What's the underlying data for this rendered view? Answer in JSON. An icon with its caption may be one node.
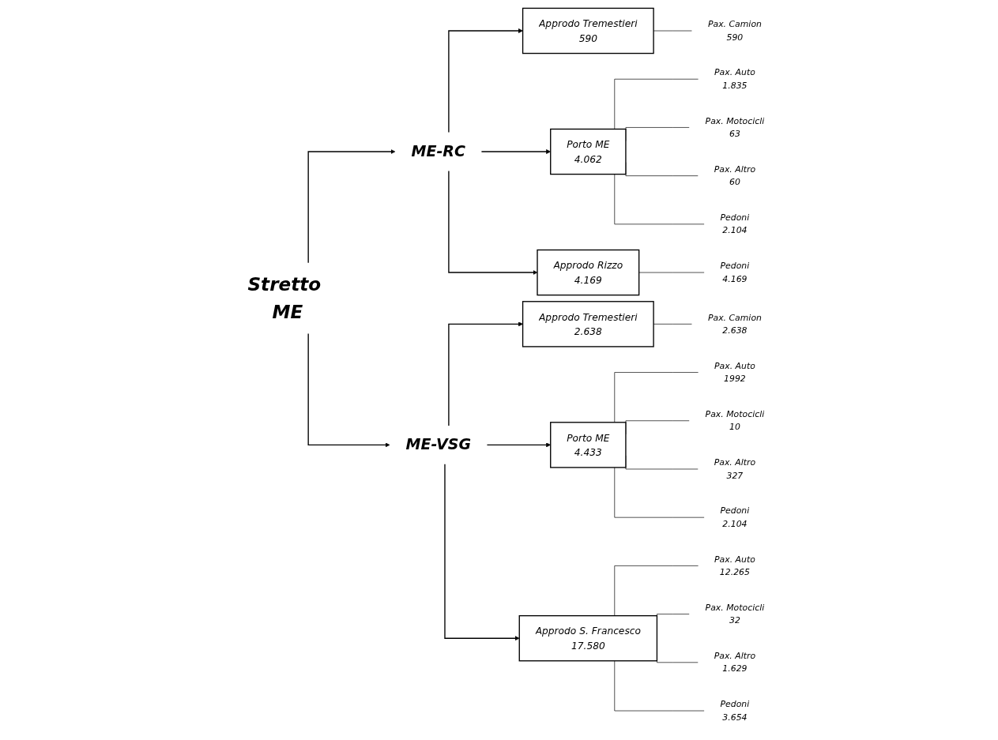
{
  "diagram": {
    "nodes": [
      {
        "text": [
          "Stretto ME"
        ]
      },
      {
        "text": [
          "ME-RC"
        ]
      },
      {
        "text": [
          "ME-VSG"
        ]
      },
      {
        "text": [
          "Approdo Tremestieri",
          "590"
        ]
      },
      {
        "text": [
          "Porto ME",
          "4.062"
        ]
      },
      {
        "text": [
          "Approdo Rizzo",
          "4.169"
        ]
      },
      {
        "text": [
          "Approdo Tremestieri",
          "2.638"
        ]
      },
      {
        "text": [
          "Porto ME",
          "4.433"
        ]
      },
      {
        "text": [
          "Approdo S. Francesco",
          "17.580"
        ]
      },
      {
        "text": [
          "Pax. Camion",
          "590"
        ]
      },
      {
        "text": [
          "Pax. Auto",
          "1.835"
        ]
      },
      {
        "text": [
          "Pax. Motocicli",
          "63"
        ]
      },
      {
        "text": [
          "Pax. Altro",
          "60"
        ]
      },
      {
        "text": [
          "Pedoni",
          "2.104"
        ]
      },
      {
        "text": [
          "Pedoni",
          "4.169"
        ]
      },
      {
        "text": [
          "Pax. Camion",
          "2.638"
        ]
      },
      {
        "text": [
          "Pax. Auto",
          "1992"
        ]
      },
      {
        "text": [
          "Pax. Motocicli",
          "10"
        ]
      },
      {
        "text": [
          "Pax. Altro",
          "327"
        ]
      },
      {
        "text": [
          "Pedoni",
          "2.104"
        ]
      },
      {
        "text": [
          "Pax. Auto",
          "12.265"
        ]
      },
      {
        "text": [
          "Pax. Motocicli",
          "32"
        ]
      },
      {
        "text": [
          "Pax. Altro",
          "1.629"
        ]
      },
      {
        "text": [
          "Pedoni",
          "3.654"
        ]
      }
    ],
    "edges": [
      {
        "from": 0,
        "to": 1,
        "arrow": "to"
      },
      {
        "from": 0,
        "to": 2,
        "arrow": "to"
      },
      {
        "from": 1,
        "to": 3,
        "arrow": "to"
      },
      {
        "from": 1,
        "to": 4,
        "arrow": "to"
      },
      {
        "from": 1,
        "to": 5,
        "arrow": "to"
      },
      {
        "from": 2,
        "to": 6,
        "arrow": "to"
      },
      {
        "from": 2,
        "to": 7,
        "arrow": "to"
      },
      {
        "from": 2,
        "to": 8,
        "arrow": "to"
      },
      {
        "from": 3,
        "to": 9,
        "arrow": "none"
      },
      {
        "from": 4,
        "to": 10,
        "arrow": "none"
      },
      {
        "from": 4,
        "to": 11,
        "arrow": "none"
      },
      {
        "from": 4,
        "to": 12,
        "arrow": "none"
      },
      {
        "from": 4,
        "to": 13,
        "arrow": "none"
      },
      {
        "from": 5,
        "to": 14,
        "arrow": "none"
      },
      {
        "from": 6,
        "to": 15,
        "arrow": "none"
      },
      {
        "from": 7,
        "to": 16,
        "arrow": "none"
      },
      {
        "from": 7,
        "to": 17,
        "arrow": "none"
      },
      {
        "from": 7,
        "to": 18,
        "arrow": "none"
      },
      {
        "from": 7,
        "to": 19,
        "arrow": "none"
      },
      {
        "from": 8,
        "to": 20,
        "arrow": "none"
      },
      {
        "from": 8,
        "to": 21,
        "arrow": "none"
      },
      {
        "from": 8,
        "to": 22,
        "arrow": "none"
      },
      {
        "from": 8,
        "to": 23,
        "arrow": "none"
      }
    ]
  }
}
